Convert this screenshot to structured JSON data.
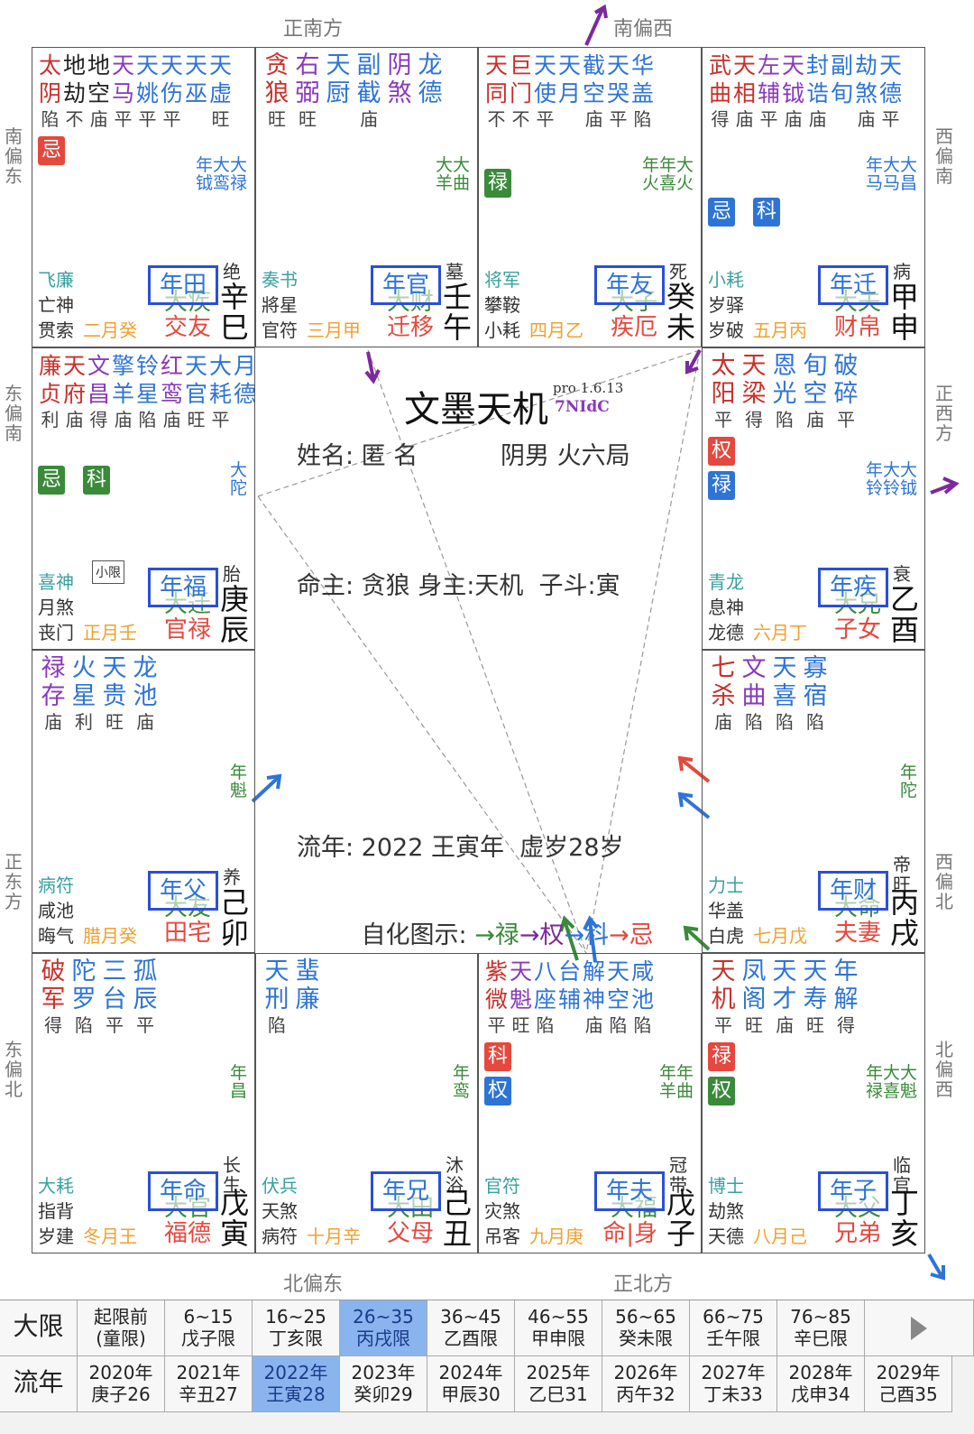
{
  "directions": {
    "top_left": "正南方",
    "top_right": "南偏西",
    "bottom_left": "北偏东",
    "bottom_right": "正北方",
    "left": [
      "南偏东",
      "东偏南",
      "正东方",
      "东偏北"
    ],
    "right": [
      "西偏南",
      "正西方",
      "西偏北",
      "北偏西"
    ]
  },
  "center": {
    "title": "文墨天机",
    "version": "pro 1.6.13",
    "code": "7NIdC",
    "name_line": "姓名: 匿 名",
    "gender_line": "阴男 火六局",
    "ming_line": "命主: 贪狼 身主:天机  子斗:寅",
    "year_line": "流年: 2022 王寅年  虚岁28岁",
    "legend_label": "自化图示: ",
    "legend": [
      "→禄",
      "→权",
      "→科",
      "→忌"
    ]
  },
  "palaces": [
    {
      "id": "si",
      "stars": [
        [
          "太",
          "阴",
          "陷"
        ],
        [
          "地",
          "劫",
          "不"
        ],
        [
          "地",
          "空",
          "庙"
        ],
        [
          "天",
          "马",
          "平"
        ],
        [
          "天",
          "姚",
          "平"
        ],
        [
          "天",
          "伤",
          "平"
        ],
        [
          "天",
          "巫",
          ""
        ],
        [
          "天",
          "虚",
          "旺"
        ]
      ],
      "badges": [
        {
          "t": "忌",
          "c": "red"
        }
      ],
      "small": "年大大\n钺鸾禄",
      "s1": "飞廉",
      "s2": "亡神",
      "s3": "贯索",
      "month": "二月癸",
      "annual": "年田",
      "da": "大疾",
      "palace": "交友",
      "state": "绝",
      "gz": "辛巳"
    },
    {
      "id": "wu",
      "stars": [
        [
          "贪",
          "狼",
          "旺"
        ],
        [
          "右",
          "弼",
          "旺"
        ],
        [
          "天",
          "厨",
          ""
        ],
        [
          "副",
          "截",
          "庙"
        ],
        [
          "阴",
          "煞",
          ""
        ],
        [
          "龙",
          "德",
          ""
        ]
      ],
      "badges": [],
      "small": "大大\n羊曲",
      "s1": "奏书",
      "s2": "將星",
      "s3": "官符",
      "month": "三月甲",
      "annual": "年官",
      "da": "大财",
      "palace": "迁移",
      "state": "墓",
      "gz": "壬午"
    },
    {
      "id": "wei",
      "stars": [
        [
          "天",
          "同",
          "不"
        ],
        [
          "巨",
          "门",
          "不"
        ],
        [
          "天",
          "使",
          "平"
        ],
        [
          "天",
          "月",
          ""
        ],
        [
          "截",
          "空",
          "庙"
        ],
        [
          "天",
          "哭",
          "平"
        ],
        [
          "华",
          "盖",
          "陷"
        ]
      ],
      "badges": [
        {
          "t": "禄",
          "c": "green"
        }
      ],
      "small": "年年大\n火喜火",
      "s1": "将军",
      "s2": "攀鞍",
      "s3": "小耗",
      "month": "四月乙",
      "annual": "年友",
      "da": "大子",
      "palace": "疾厄",
      "state": "死",
      "gz": "癸未"
    },
    {
      "id": "shen",
      "stars": [
        [
          "武",
          "曲",
          "得"
        ],
        [
          "天",
          "相",
          "庙"
        ],
        [
          "左",
          "辅",
          "平"
        ],
        [
          "天",
          "钺",
          "庙"
        ],
        [
          "封",
          "诰",
          "庙"
        ],
        [
          "副",
          "旬",
          ""
        ],
        [
          "劫",
          "煞",
          "庙"
        ],
        [
          "天",
          "德",
          "平"
        ]
      ],
      "badges": [
        {
          "t": "忌",
          "c": "blue"
        },
        {
          "t": "科",
          "c": "blue"
        }
      ],
      "small": "年大大\n马马昌",
      "s1": "小耗",
      "s2": "岁驿",
      "s3": "岁破",
      "month": "五月丙",
      "annual": "年迁",
      "da": "大夫",
      "palace": "财帛",
      "state": "病",
      "gz": "甲申"
    },
    {
      "id": "chen",
      "stars": [
        [
          "廉",
          "贞",
          "利"
        ],
        [
          "天",
          "府",
          "庙"
        ],
        [
          "文",
          "昌",
          "得"
        ],
        [
          "擎",
          "羊",
          "庙"
        ],
        [
          "铃",
          "星",
          "陷"
        ],
        [
          "红",
          "鸾",
          "庙"
        ],
        [
          "天",
          "官",
          "旺"
        ],
        [
          "大",
          "耗",
          "平"
        ],
        [
          "月",
          "德",
          ""
        ]
      ],
      "badges": [
        {
          "t": "忌",
          "c": "green"
        },
        {
          "t": "科",
          "c": "green"
        }
      ],
      "small": "大\n陀",
      "s1": "喜神",
      "s2": "月煞",
      "s3": "丧门",
      "month": "正月壬",
      "annual": "年福",
      "da": "大迁",
      "palace": "官禄",
      "state": "胎",
      "gz": "庚辰",
      "xiaoxian": "小限"
    },
    {
      "id": "you",
      "stars": [
        [
          "太",
          "阳",
          "平"
        ],
        [
          "天",
          "梁",
          "得"
        ],
        [
          "恩",
          "光",
          "陷"
        ],
        [
          "旬",
          "空",
          "庙"
        ],
        [
          "破",
          "碎",
          "平"
        ]
      ],
      "badges": [
        {
          "t": "权",
          "c": "red"
        },
        {
          "t": "禄",
          "c": "blue"
        }
      ],
      "small": "年大大\n铃铃钺",
      "s1": "青龙",
      "s2": "息神",
      "s3": "龙德",
      "month": "六月丁",
      "annual": "年疾",
      "da": "大兄",
      "palace": "子女",
      "state": "衰",
      "gz": "乙酉"
    },
    {
      "id": "mao",
      "stars": [
        [
          "禄",
          "存",
          "庙"
        ],
        [
          "火",
          "星",
          "利"
        ],
        [
          "天",
          "贵",
          "旺"
        ],
        [
          "龙",
          "池",
          "庙"
        ]
      ],
      "badges": [],
      "small": "年\n魁",
      "s1": "病符",
      "s2": "咸池",
      "s3": "晦气",
      "month": "腊月癸",
      "annual": "年父",
      "da": "大友",
      "palace": "田宅",
      "state": "养",
      "gz": "己卯"
    },
    {
      "id": "xu",
      "stars": [
        [
          "七",
          "杀",
          "庙"
        ],
        [
          "文",
          "曲",
          "陷"
        ],
        [
          "天",
          "喜",
          "陷"
        ],
        [
          "寡",
          "宿",
          "陷"
        ]
      ],
      "badges": [],
      "small": "年\n陀",
      "s1": "力士",
      "s2": "华盖",
      "s3": "白虎",
      "month": "七月戊",
      "annual": "年财",
      "da": "大命",
      "palace": "夫妻",
      "state": "帝旺",
      "gz": "丙戌"
    },
    {
      "id": "yin",
      "stars": [
        [
          "破",
          "军",
          "得"
        ],
        [
          "陀",
          "罗",
          "陷"
        ],
        [
          "三",
          "台",
          "平"
        ],
        [
          "孤",
          "辰",
          "平"
        ]
      ],
      "badges": [],
      "small": "年\n昌",
      "s1": "大耗",
      "s2": "指背",
      "s3": "岁建",
      "month": "冬月王",
      "annual": "年命",
      "da": "大官",
      "palace": "福德",
      "state": "长生",
      "gz": "戊寅"
    },
    {
      "id": "chou",
      "stars": [
        [
          "天",
          "刑",
          "陷"
        ],
        [
          "蜚",
          "廉",
          ""
        ]
      ],
      "badges": [],
      "small": "年\n鸾",
      "s1": "伏兵",
      "s2": "天煞",
      "s3": "病符",
      "month": "十月辛",
      "annual": "年兄",
      "da": "大田",
      "palace": "父母",
      "state": "沐浴",
      "gz": "己丑"
    },
    {
      "id": "zi",
      "stars": [
        [
          "紫",
          "微",
          "平"
        ],
        [
          "天",
          "魁",
          "旺"
        ],
        [
          "八",
          "座",
          "陷"
        ],
        [
          "台",
          "辅",
          ""
        ],
        [
          "解",
          "神",
          "庙"
        ],
        [
          "天",
          "空",
          "陷"
        ],
        [
          "咸",
          "池",
          "陷"
        ]
      ],
      "badges": [
        {
          "t": "科",
          "c": "red"
        },
        {
          "t": "权",
          "c": "blue"
        }
      ],
      "small": "年年\n羊曲",
      "s1": "官符",
      "s2": "灾煞",
      "s3": "吊客",
      "month": "九月庚",
      "annual": "年夫",
      "da": "大福",
      "palace": "命|身",
      "state": "冠带",
      "gz": "戊子"
    },
    {
      "id": "hai",
      "stars": [
        [
          "天",
          "机",
          "平"
        ],
        [
          "凤",
          "阁",
          "旺"
        ],
        [
          "天",
          "才",
          "庙"
        ],
        [
          "天",
          "寿",
          "旺"
        ],
        [
          "年",
          "解",
          "得"
        ]
      ],
      "badges": [
        {
          "t": "禄",
          "c": "red"
        },
        {
          "t": "权",
          "c": "green"
        }
      ],
      "small": "年大大\n禄喜魁",
      "s1": "博士",
      "s2": "劫煞",
      "s3": "天德",
      "month": "八月己",
      "annual": "年子",
      "da": "大父",
      "palace": "兄弟",
      "state": "临官",
      "gz": "丁亥"
    }
  ],
  "bar": {
    "dx_label": "大限",
    "ln_label": "流年",
    "daxian": [
      [
        "起限前",
        "(童限)"
      ],
      [
        "6~15",
        "戊子限"
      ],
      [
        "16~25",
        "丁亥限"
      ],
      [
        "26~35",
        "丙戌限"
      ],
      [
        "36~45",
        "乙酉限"
      ],
      [
        "46~55",
        "甲申限"
      ],
      [
        "56~65",
        "癸未限"
      ],
      [
        "66~75",
        "壬午限"
      ],
      [
        "76~85",
        "辛巳限"
      ]
    ],
    "daxian_selected": 3,
    "next_icon": "play-triangle-icon",
    "liunian": [
      [
        "2020年",
        "庚子26"
      ],
      [
        "2021年",
        "辛丑27"
      ],
      [
        "2022年",
        "王寅28"
      ],
      [
        "2023年",
        "癸卯29"
      ],
      [
        "2024年",
        "甲辰30"
      ],
      [
        "2025年",
        "乙巳31"
      ],
      [
        "2026年",
        "丙午32"
      ],
      [
        "2027年",
        "丁未33"
      ],
      [
        "2028年",
        "戊申34"
      ],
      [
        "2029年",
        "己酉35"
      ]
    ],
    "liunian_selected": 2
  }
}
